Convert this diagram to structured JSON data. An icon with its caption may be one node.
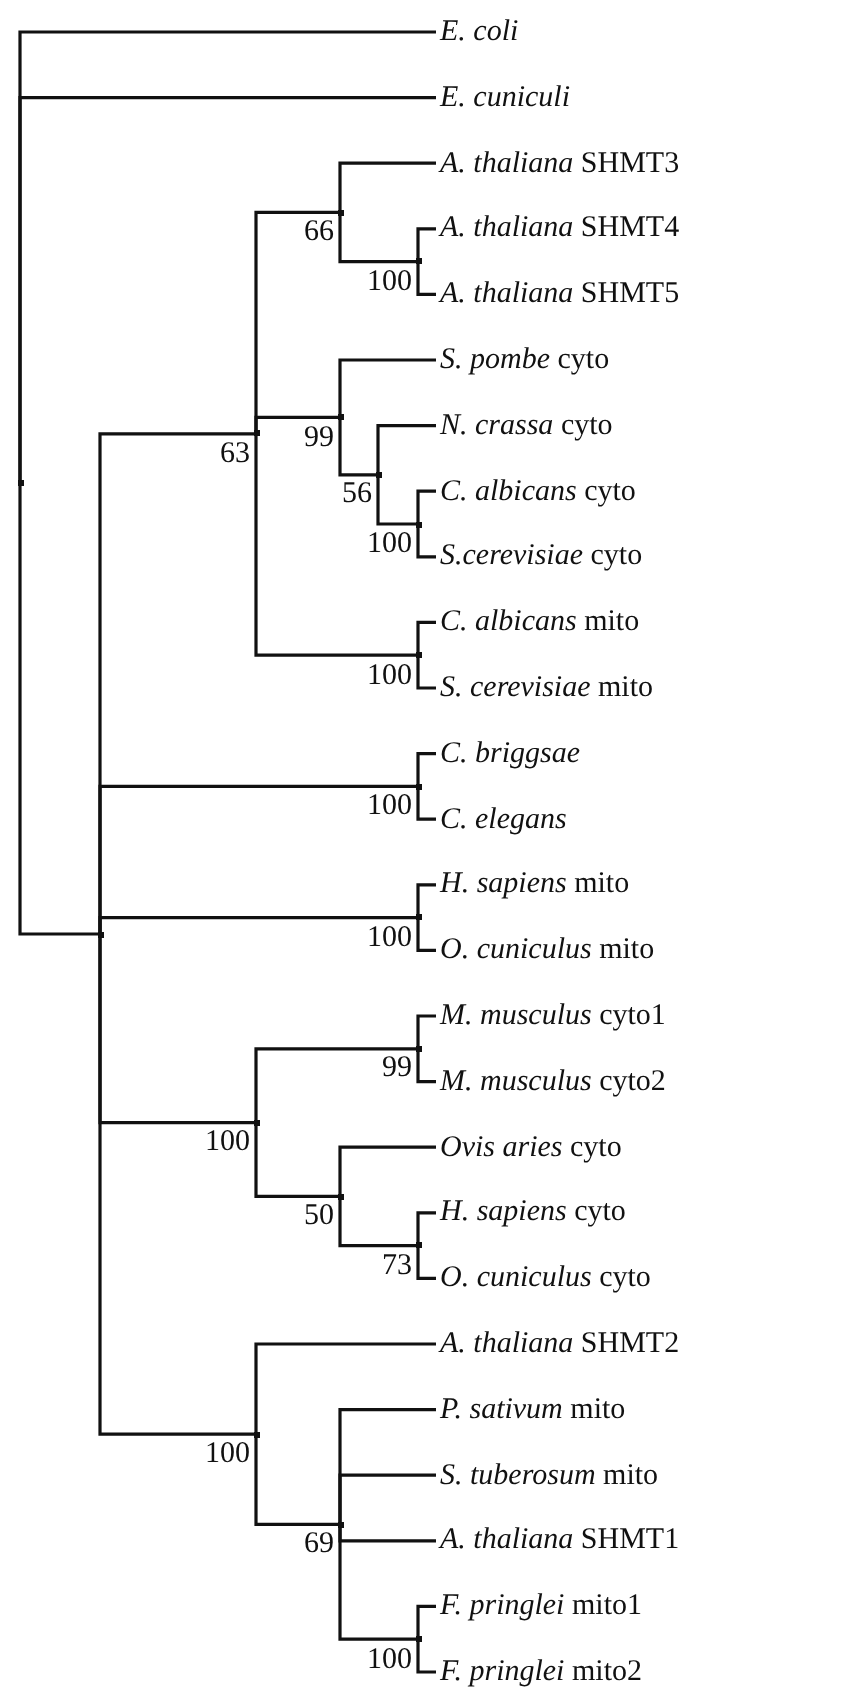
{
  "diagram": {
    "nodes": [
      {
        "text": [
          "*E. coli*"
        ]
      },
      {
        "text": [
          "*E. cuniculi*"
        ]
      },
      {
        "text": [
          "*A. thaliana* SHMT3"
        ]
      },
      {
        "text": [
          "*A. thaliana* SHMT4"
        ]
      },
      {
        "text": [
          "*A. thaliana* SHMT5"
        ]
      },
      {
        "text": [
          "*S. pombe* cyto"
        ]
      },
      {
        "text": [
          "*N. crassa* cyto"
        ]
      },
      {
        "text": [
          "*C. albicans* cyto"
        ]
      },
      {
        "text": [
          "*S.cerevisiae* cyto"
        ]
      },
      {
        "text": [
          "*C. albicans* mito"
        ]
      },
      {
        "text": [
          "*S. cerevisiae* mito"
        ]
      },
      {
        "text": [
          "*C. briggsae*"
        ]
      },
      {
        "text": [
          "*C. elegans*"
        ]
      },
      {
        "text": [
          "*H. sapiens* mito"
        ]
      },
      {
        "text": [
          "*O. cuniculus* mito"
        ]
      },
      {
        "text": [
          "*M. musculus* cyto1"
        ]
      },
      {
        "text": [
          "*M. musculus* cyto2"
        ]
      },
      {
        "text": [
          "*Ovis aries* cyto"
        ]
      },
      {
        "text": [
          "*H. sapiens* cyto"
        ]
      },
      {
        "text": [
          "*O. cuniculus* cyto"
        ]
      },
      {
        "text": [
          "*A. thaliana* SHMT2"
        ]
      },
      {
        "text": [
          "*P. sativum* mito"
        ]
      },
      {
        "text": [
          "*S. tuberosum* mito"
        ]
      },
      {
        "text": [
          "*A. thaliana* SHMT1"
        ]
      },
      {
        "text": [
          "*F. pringlei* mito1"
        ]
      },
      {
        "text": [
          "*F. pringlei* mito2"
        ]
      },
      {
        "text": [],
        "shape": "point"
      },
      {
        "text": [],
        "shape": "point"
      },
      {
        "text": [],
        "shape": "point",
        "beside": [
          "63"
        ]
      },
      {
        "text": [],
        "shape": "point",
        "beside": [
          "66"
        ]
      },
      {
        "text": [],
        "shape": "point",
        "beside": [
          "100"
        ]
      },
      {
        "text": [],
        "shape": "point",
        "beside": [
          "99"
        ]
      },
      {
        "text": [],
        "shape": "point",
        "beside": [
          "56"
        ]
      },
      {
        "text": [],
        "shape": "point",
        "beside": [
          "100"
        ]
      },
      {
        "text": [],
        "shape": "point",
        "beside": [
          "100"
        ]
      },
      {
        "text": [],
        "shape": "point",
        "beside": [
          "100"
        ]
      },
      {
        "text": [],
        "shape": "point",
        "beside": [
          "100"
        ]
      },
      {
        "text": [],
        "shape": "point",
        "beside": [
          "100"
        ]
      },
      {
        "text": [],
        "shape": "point",
        "beside": [
          "99"
        ]
      },
      {
        "text": [],
        "shape": "point",
        "beside": [
          "50"
        ]
      },
      {
        "text": [],
        "shape": "point",
        "beside": [
          "73"
        ]
      },
      {
        "text": [],
        "shape": "point",
        "beside": [
          "100"
        ]
      },
      {
        "text": [],
        "shape": "point",
        "beside": [
          "69"
        ]
      },
      {
        "text": [],
        "shape": "point",
        "beside": [
          "100"
        ]
      }
    ],
    "edges": [
      {
        "from": 26,
        "to": 0,
        "arrow": "none"
      },
      {
        "from": 26,
        "to": 1,
        "arrow": "none"
      },
      {
        "from": 26,
        "to": 27,
        "arrow": "none"
      },
      {
        "from": 27,
        "to": 28,
        "arrow": "none"
      },
      {
        "from": 27,
        "to": 35,
        "arrow": "none"
      },
      {
        "from": 27,
        "to": 36,
        "arrow": "none"
      },
      {
        "from": 27,
        "to": 37,
        "arrow": "none"
      },
      {
        "from": 27,
        "to": 41,
        "arrow": "none"
      },
      {
        "from": 28,
        "to": 29,
        "arrow": "none"
      },
      {
        "from": 28,
        "to": 31,
        "arrow": "none"
      },
      {
        "from": 28,
        "to": 34,
        "arrow": "none"
      },
      {
        "from": 29,
        "to": 2,
        "arrow": "none"
      },
      {
        "from": 29,
        "to": 30,
        "arrow": "none"
      },
      {
        "from": 30,
        "to": 3,
        "arrow": "none"
      },
      {
        "from": 30,
        "to": 4,
        "arrow": "none"
      },
      {
        "from": 31,
        "to": 5,
        "arrow": "none"
      },
      {
        "from": 31,
        "to": 32,
        "arrow": "none"
      },
      {
        "from": 32,
        "to": 6,
        "arrow": "none"
      },
      {
        "from": 32,
        "to": 33,
        "arrow": "none"
      },
      {
        "from": 33,
        "to": 7,
        "arrow": "none"
      },
      {
        "from": 33,
        "to": 8,
        "arrow": "none"
      },
      {
        "from": 34,
        "to": 9,
        "arrow": "none"
      },
      {
        "from": 34,
        "to": 10,
        "arrow": "none"
      },
      {
        "from": 35,
        "to": 11,
        "arrow": "none"
      },
      {
        "from": 35,
        "to": 12,
        "arrow": "none"
      },
      {
        "from": 36,
        "to": 13,
        "arrow": "none"
      },
      {
        "from": 36,
        "to": 14,
        "arrow": "none"
      },
      {
        "from": 37,
        "to": 38,
        "arrow": "none"
      },
      {
        "from": 37,
        "to": 39,
        "arrow": "none"
      },
      {
        "from": 38,
        "to": 15,
        "arrow": "none"
      },
      {
        "from": 38,
        "to": 16,
        "arrow": "none"
      },
      {
        "from": 39,
        "to": 17,
        "arrow": "none"
      },
      {
        "from": 39,
        "to": 40,
        "arrow": "none"
      },
      {
        "from": 40,
        "to": 18,
        "arrow": "none"
      },
      {
        "from": 40,
        "to": 19,
        "arrow": "none"
      },
      {
        "from": 41,
        "to": 20,
        "arrow": "none"
      },
      {
        "from": 41,
        "to": 42,
        "arrow": "none"
      },
      {
        "from": 42,
        "to": 21,
        "arrow": "none"
      },
      {
        "from": 42,
        "to": 22,
        "arrow": "none"
      },
      {
        "from": 42,
        "to": 23,
        "arrow": "none"
      },
      {
        "from": 42,
        "to": 43,
        "arrow": "none"
      },
      {
        "from": 43,
        "to": 24,
        "arrow": "none"
      },
      {
        "from": 43,
        "to": 25,
        "arrow": "none"
      }
    ]
  }
}
